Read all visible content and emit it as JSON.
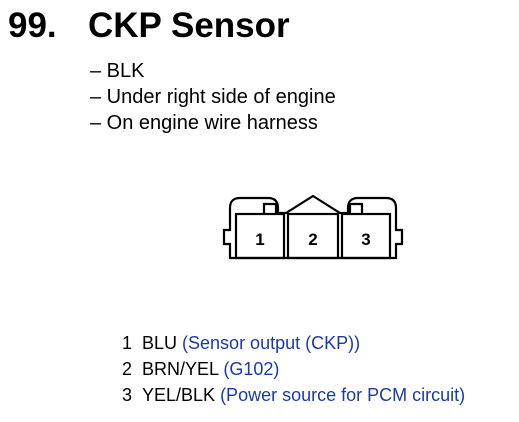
{
  "heading": {
    "number": "99.",
    "title": "CKP Sensor"
  },
  "notes": [
    "– BLK",
    "– Under right side of engine",
    "– On engine wire harness"
  ],
  "connector": {
    "terminals": [
      "1",
      "2",
      "3"
    ]
  },
  "pins": [
    {
      "number": "1",
      "wire": "BLU",
      "description": "(Sensor output (CKP))"
    },
    {
      "number": "2",
      "wire": "BRN/YEL",
      "description": "(G102)"
    },
    {
      "number": "3",
      "wire": "YEL/BLK",
      "description": "(Power source for PCM circuit)"
    }
  ],
  "colors": {
    "description_text": "#1a3aa8"
  }
}
